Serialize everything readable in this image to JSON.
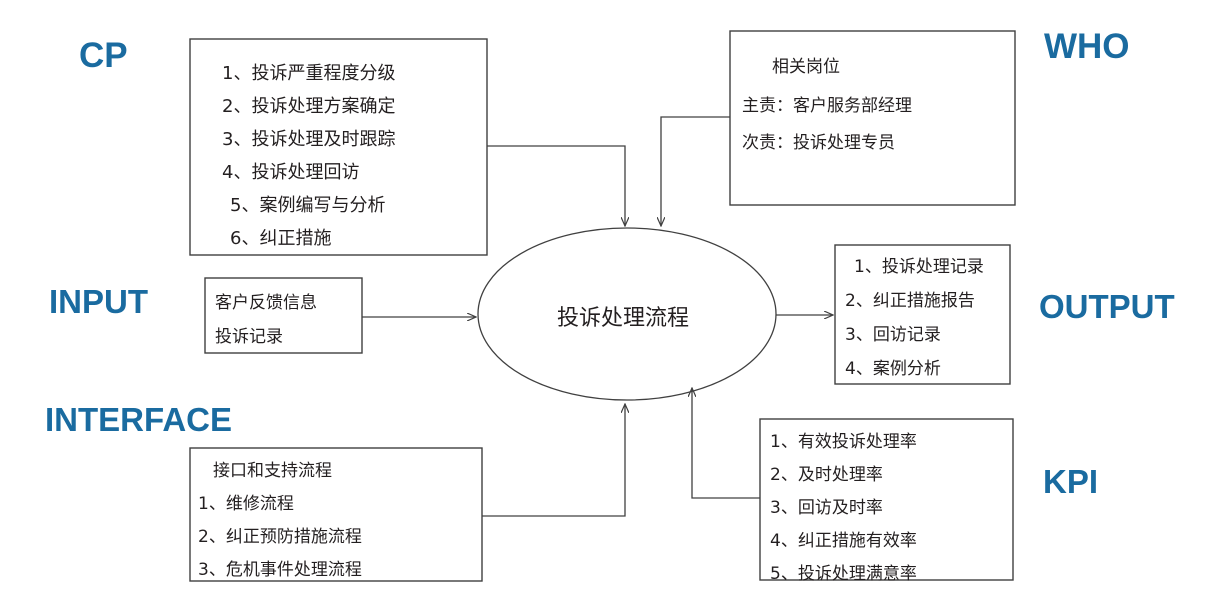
{
  "diagram": {
    "title_shape": "turtle-diagram",
    "accent_color": "#1a6ba0",
    "line_color": "#404040",
    "text_color": "#231f20",
    "process": {
      "label": "投诉处理流程"
    },
    "categories": {
      "cp": "CP",
      "who": "WHO",
      "input": "INPUT",
      "output": "OUTPUT",
      "interface": "INTERFACE",
      "kpi": "KPI"
    },
    "boxes": {
      "cp": {
        "lines": [
          "1、投诉严重程度分级",
          "2、投诉处理方案确定",
          "3、投诉处理及时跟踪",
          "4、投诉处理回访",
          "5、案例编写与分析",
          "6、纠正措施"
        ]
      },
      "who": {
        "lines": [
          "相关岗位",
          "主责：客户服务部经理",
          "次责：投诉处理专员"
        ]
      },
      "input": {
        "lines": [
          "客户反馈信息",
          "投诉记录"
        ]
      },
      "output": {
        "lines": [
          "1、投诉处理记录",
          "2、纠正措施报告",
          "3、回访记录",
          "4、案例分析"
        ]
      },
      "interface": {
        "lines": [
          "接口和支持流程",
          "1、维修流程",
          "2、纠正预防措施流程",
          "3、危机事件处理流程"
        ]
      },
      "kpi": {
        "lines": [
          "1、有效投诉处理率",
          "2、及时处理率",
          "3、回访及时率",
          "4、纠正措施有效率",
          "5、投诉处理满意率"
        ]
      }
    }
  }
}
